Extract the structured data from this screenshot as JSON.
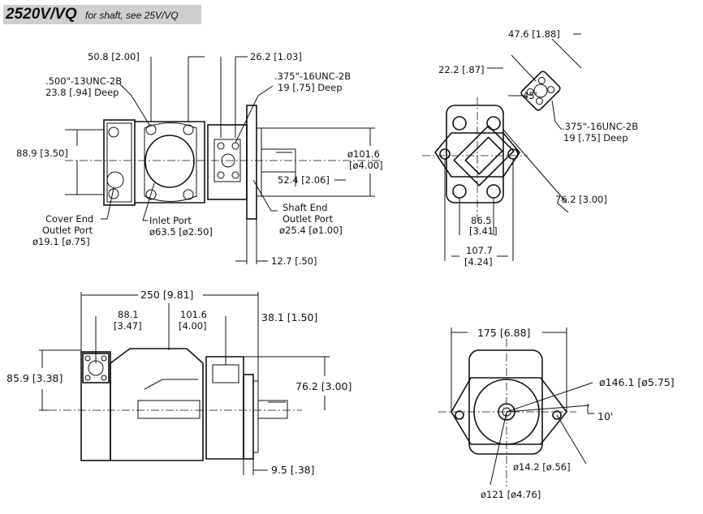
{
  "header": {
    "model": "2520V/VQ",
    "note": "for shaft, see 25V/VQ"
  },
  "top_view": {
    "dim_50_8": "50.8 [2.00]",
    "dim_26_2": "26.2 [1.03]",
    "cover_thread_1": ".500\"-13UNC-2B",
    "cover_thread_2": "23.8 [.94] Deep",
    "outlet_thread_1": ".375\"-16UNC-2B",
    "outlet_thread_2": "19 [.75] Deep",
    "dim_88_9": "88.9 [3.50]",
    "dim_dia101_1": "ø101.6",
    "dim_dia101_2": "[ø4.00]",
    "dim_52_4": "52.4 [2.06]",
    "cover_end_1": "Cover End",
    "cover_end_2": "Outlet Port",
    "cover_end_3": "ø19.1 [ø.75]",
    "inlet_1": "Inlet Port",
    "inlet_2": "ø63.5 [ø2.50]",
    "shaft_end_1": "Shaft End",
    "shaft_end_2": "Outlet Port",
    "shaft_end_3": "ø25.4 [ø1.00]",
    "dim_12_7": "12.7 [.50]"
  },
  "end_view_top": {
    "dim_47_6": "47.6 [1.88]",
    "dim_22_2": "22.2 [.87]",
    "angle_45": "45'",
    "thread_1": ".375\"-16UNC-2B",
    "thread_2": "19 [.75] Deep",
    "dim_76_2": "76.2 [3.00]",
    "dim_86_5_1": "86.5",
    "dim_86_5_2": "[3.41]",
    "dim_107_7_1": "107.7",
    "dim_107_7_2": "[4.24]"
  },
  "side_view": {
    "dim_250": "250 [9.81]",
    "dim_88_1_1": "88.1",
    "dim_88_1_2": "[3.47]",
    "dim_101_6_1": "101.6",
    "dim_101_6_2": "[4.00]",
    "dim_38_1": "38.1 [1.50]",
    "dim_85_9": "85.9 [3.38]",
    "dim_76_2": "76.2 [3.00]",
    "dim_9_5": "9.5 [.38]"
  },
  "end_view_bottom": {
    "dim_175": "175 [6.88]",
    "dim_146_1": "ø146.1 [ø5.75]",
    "angle_10": "10'",
    "dim_14_2": "ø14.2 [ø.56]",
    "dim_121": "ø121 [ø4.76]"
  }
}
